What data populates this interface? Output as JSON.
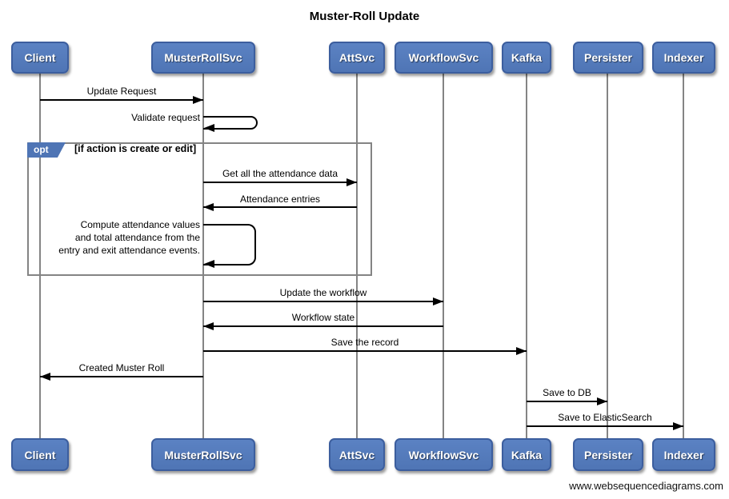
{
  "title": "Muster-Roll Update",
  "footer": "www.websequencediagrams.com",
  "colors": {
    "actor_fill": "#4f75b5",
    "actor_fill_light": "#5b82c3",
    "actor_border": "#3c5e9e",
    "lifeline": "#848484",
    "fragment_border": "#848484",
    "arrow": "#000000"
  },
  "actors": [
    {
      "name": "Client"
    },
    {
      "name": "MusterRollSvc"
    },
    {
      "name": "AttSvc"
    },
    {
      "name": "WorkflowSvc"
    },
    {
      "name": "Kafka"
    },
    {
      "name": "Persister"
    },
    {
      "name": "Indexer"
    }
  ],
  "fragment": {
    "operator": "opt",
    "condition": "[if action is create or edit]"
  },
  "messages": [
    {
      "label": "Update Request",
      "from": "Client",
      "to": "MusterRollSvc",
      "kind": "arrow-right"
    },
    {
      "label": "Validate request",
      "from": "MusterRollSvc",
      "to": "MusterRollSvc",
      "kind": "self"
    },
    {
      "label": "Get all the attendance data",
      "from": "MusterRollSvc",
      "to": "AttSvc",
      "kind": "arrow-right"
    },
    {
      "label": "Attendance entries",
      "from": "AttSvc",
      "to": "MusterRollSvc",
      "kind": "arrow-left"
    },
    {
      "label": "Compute attendance values and total attendance from the entry and exit attendance events.",
      "lines": [
        "Compute attendance values",
        "and total attendance from the",
        "entry and exit attendance events."
      ],
      "from": "MusterRollSvc",
      "to": "MusterRollSvc",
      "kind": "self"
    },
    {
      "label": "Update the workflow",
      "from": "MusterRollSvc",
      "to": "WorkflowSvc",
      "kind": "arrow-right"
    },
    {
      "label": "Workflow state",
      "from": "WorkflowSvc",
      "to": "MusterRollSvc",
      "kind": "arrow-left"
    },
    {
      "label": "Save the record",
      "from": "MusterRollSvc",
      "to": "Kafka",
      "kind": "arrow-right"
    },
    {
      "label": "Created Muster Roll",
      "from": "MusterRollSvc",
      "to": "Client",
      "kind": "arrow-left"
    },
    {
      "label": "Save to DB",
      "from": "Kafka",
      "to": "Persister",
      "kind": "arrow-right"
    },
    {
      "label": "Save to ElasticSearch",
      "from": "Kafka",
      "to": "Indexer",
      "kind": "arrow-right"
    }
  ]
}
